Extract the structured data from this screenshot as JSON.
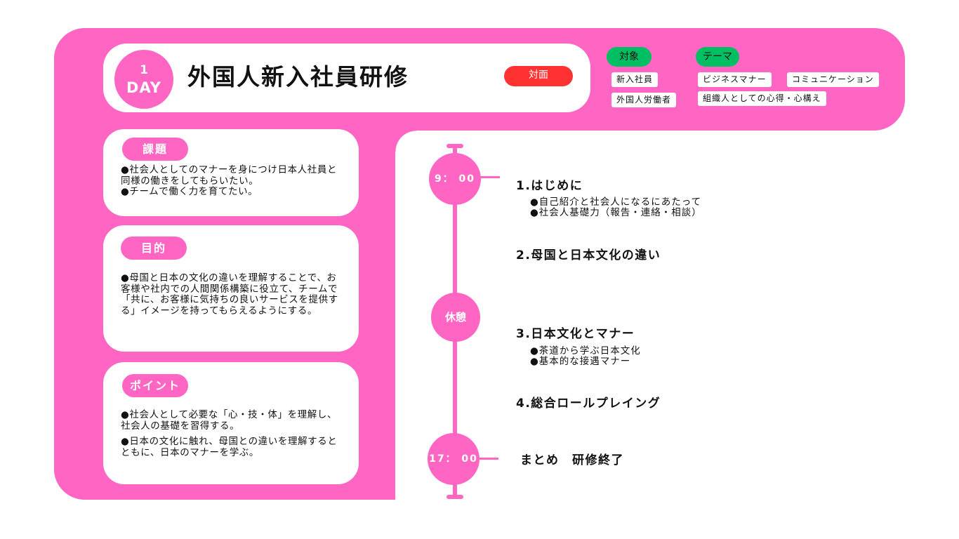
{
  "header": {
    "day_number": "1",
    "day_word": "DAY",
    "title": "外国人新入社員研修",
    "format_badge": "対面"
  },
  "target": {
    "label": "対象",
    "items": [
      "新入社員",
      "外国人労働者"
    ]
  },
  "theme": {
    "label": "テーマ",
    "items": [
      "ビジネスマナー",
      "コミュニケーション",
      "組織人としての心得・心構え"
    ]
  },
  "cards": {
    "issue": {
      "label": "課題",
      "lines": [
        "●社会人としてのマナーを身につけ日本人社員と同様の働きをしてもらいたい。",
        "●チームで働く力を育てたい。"
      ]
    },
    "purpose": {
      "label": "目的",
      "lines": [
        "●母国と日本の文化の違いを理解することで、お客様や社内での人間関係構築に役立て、チームで「共に、お客様に気持ちの良いサービスを提供する」イメージを持ってもらえるようにする。"
      ]
    },
    "point": {
      "label": "ポイント",
      "lines": [
        "●社会人として必要な「心・技・体」を理解し、社会人の基礎を習得する。",
        "●日本の文化に触れ、母国との違いを理解するとともに、日本のマナーを学ぶ。"
      ]
    }
  },
  "timeline": {
    "start_time": "9： 00",
    "break_label": "休憩",
    "end_time": "17： 00",
    "sections": [
      {
        "title": "1.はじめに",
        "items": [
          "●自己紹介と社会人になるにあたって",
          "●社会人基礎力（報告・連絡・相談）"
        ]
      },
      {
        "title": "2.母国と日本文化の違い",
        "items": []
      },
      {
        "title": "3.日本文化とマナー",
        "items": [
          "●茶道から学ぶ日本文化",
          "●基本的な接遇マナー"
        ]
      },
      {
        "title": "4.総合ロールプレイング",
        "items": []
      },
      {
        "title": "まとめ　研修終了",
        "items": []
      }
    ]
  },
  "colors": {
    "pink": "#ff66c4",
    "red": "#ff3131",
    "green": "#00bf63"
  }
}
